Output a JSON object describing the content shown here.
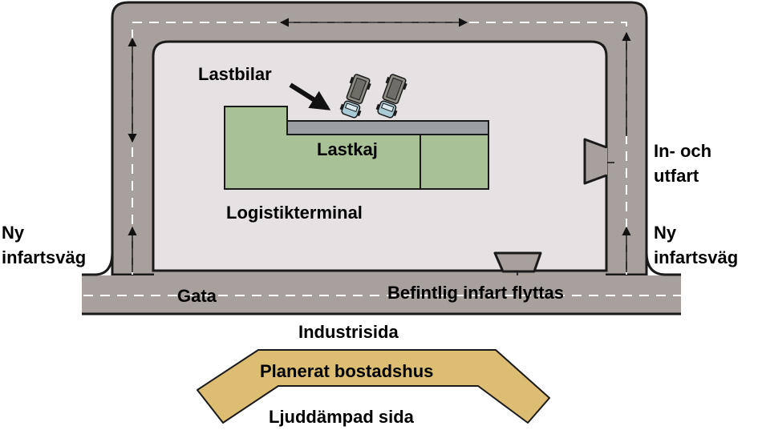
{
  "labels": {
    "trucks": "Lastbilar",
    "dock": "Lastkaj",
    "terminal": "Logistikterminal",
    "entry_exit_line1": "In- och",
    "entry_exit_line2": "utfart",
    "new_road_left_line1": "Ny",
    "new_road_left_line2": "infartsväg",
    "new_road_right_line1": "Ny",
    "new_road_right_line2": "infartsväg",
    "street": "Gata",
    "existing_entrance": "Befintlig infart flyttas",
    "industrial_side": "Industrisida",
    "planned_housing": "Planerat bostadshus",
    "noise_reduced_side": "Ljuddämpad sida"
  },
  "colors": {
    "road": "#a8a09d",
    "site": "#e6e1e3",
    "building": "#a9c196",
    "dock": "#9a9fa3",
    "housing": "#dcbd72",
    "truck_cab": "#a9c9d4",
    "truck_body": "#8d8d84",
    "outline": "#1a1a1a"
  }
}
